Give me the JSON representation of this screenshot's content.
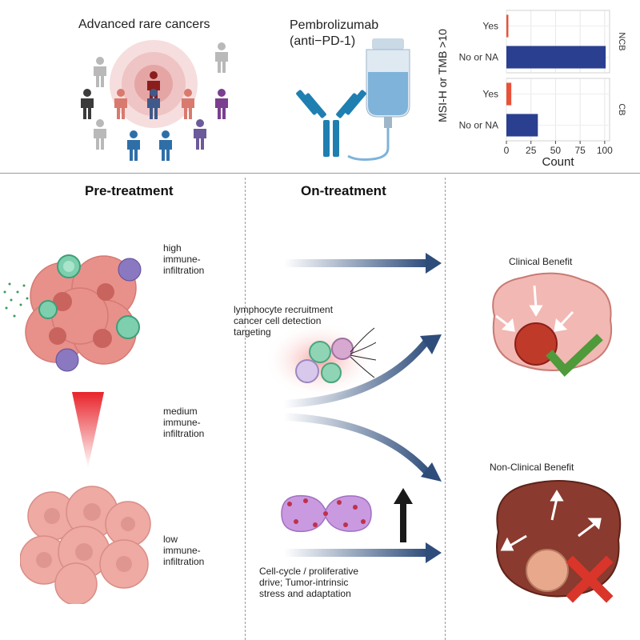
{
  "top": {
    "cohort_title": "Advanced rare cancers",
    "drug_title_line1": "Pembrolizumab",
    "drug_title_line2": "(anti−PD-1)"
  },
  "chart_data": {
    "type": "bar",
    "orientation": "horizontal",
    "ylabel": "MSI-H or TMB >10",
    "xlabel": "Count",
    "xlim": [
      0,
      105
    ],
    "xticks": [
      0,
      25,
      50,
      75,
      100
    ],
    "grid": true,
    "facets": [
      {
        "name": "NCB",
        "categories": [
          "Yes",
          "No or NA"
        ],
        "values": [
          2,
          101
        ]
      },
      {
        "name": "CB",
        "categories": [
          "Yes",
          "No or NA"
        ],
        "values": [
          5,
          32
        ]
      }
    ],
    "colors": {
      "Yes": "#e8513a",
      "No or NA": "#2a3f8f"
    }
  },
  "headers": {
    "pre": "Pre-treatment",
    "on": "On-treatment"
  },
  "levels": {
    "high": [
      "high",
      "immune-",
      "infiltration"
    ],
    "medium": [
      "medium",
      "immune-",
      "infiltration"
    ],
    "low": [
      "low",
      "immune-",
      "infiltration"
    ]
  },
  "notes": {
    "recruit": [
      "lymphocyte recruitment",
      "cancer cell detection",
      "targeting"
    ],
    "cycle": [
      "Cell-cycle / proliferative",
      "drive; Tumor-intrinsic",
      "stress and adaptation"
    ]
  },
  "outcomes": {
    "cb": "Clinical Benefit",
    "ncb": "Non-Clinical Benefit"
  },
  "colors": {
    "arrow": "#2e4d7b",
    "check": "#4f9a3a",
    "cross": "#d9352b",
    "gradient_top": "#e8232a"
  }
}
